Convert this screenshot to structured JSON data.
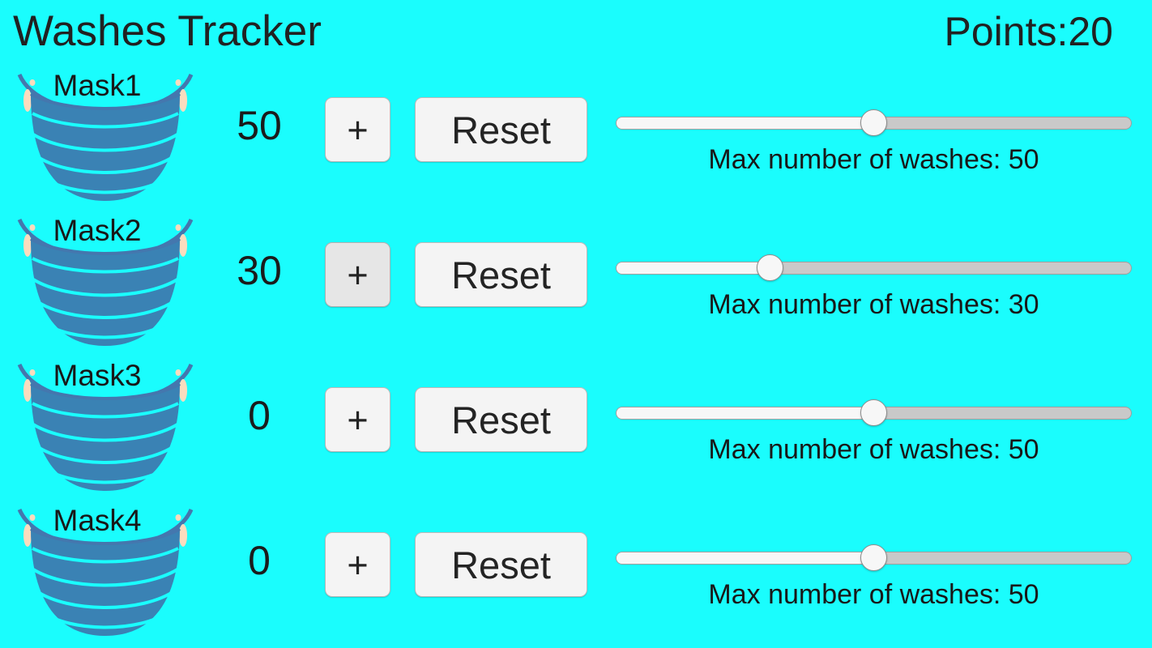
{
  "app": {
    "title": "Washes Tracker",
    "background_color": "#1AFDFD",
    "text_color": "#1E1E1E"
  },
  "header": {
    "title": "Washes Tracker",
    "points_label": "Points:20"
  },
  "controls": {
    "increment_label": "+",
    "reset_label": "Reset",
    "slider_caption_prefix": "Max number of washes: "
  },
  "slider_config": {
    "min": 0,
    "max": 100,
    "track_color": "#C9C9C9",
    "fill_color": "#F7F7F7",
    "thumb_color": "#F7F7F7"
  },
  "mask_icon": {
    "name": "surgical-mask-icon",
    "body_color": "#3A82B4",
    "pleat_line_color": "#1AFDFD",
    "strap_color": "#4477AE",
    "ear_color": "#FBDCBE"
  },
  "rows": [
    {
      "mask_label": "Mask1",
      "count": "50",
      "increment_label": "+",
      "increment_pressed": false,
      "reset_label": "Reset",
      "slider_value": 50,
      "slider_caption": "Max number of washes: 50"
    },
    {
      "mask_label": "Mask2",
      "count": "30",
      "increment_label": "+",
      "increment_pressed": true,
      "reset_label": "Reset",
      "slider_value": 30,
      "slider_caption": "Max number of washes: 30"
    },
    {
      "mask_label": "Mask3",
      "count": "0",
      "increment_label": "+",
      "increment_pressed": false,
      "reset_label": "Reset",
      "slider_value": 50,
      "slider_caption": "Max number of washes: 50"
    },
    {
      "mask_label": "Mask4",
      "count": "0",
      "increment_label": "+",
      "increment_pressed": false,
      "reset_label": "Reset",
      "slider_value": 50,
      "slider_caption": "Max number of washes: 50"
    }
  ]
}
